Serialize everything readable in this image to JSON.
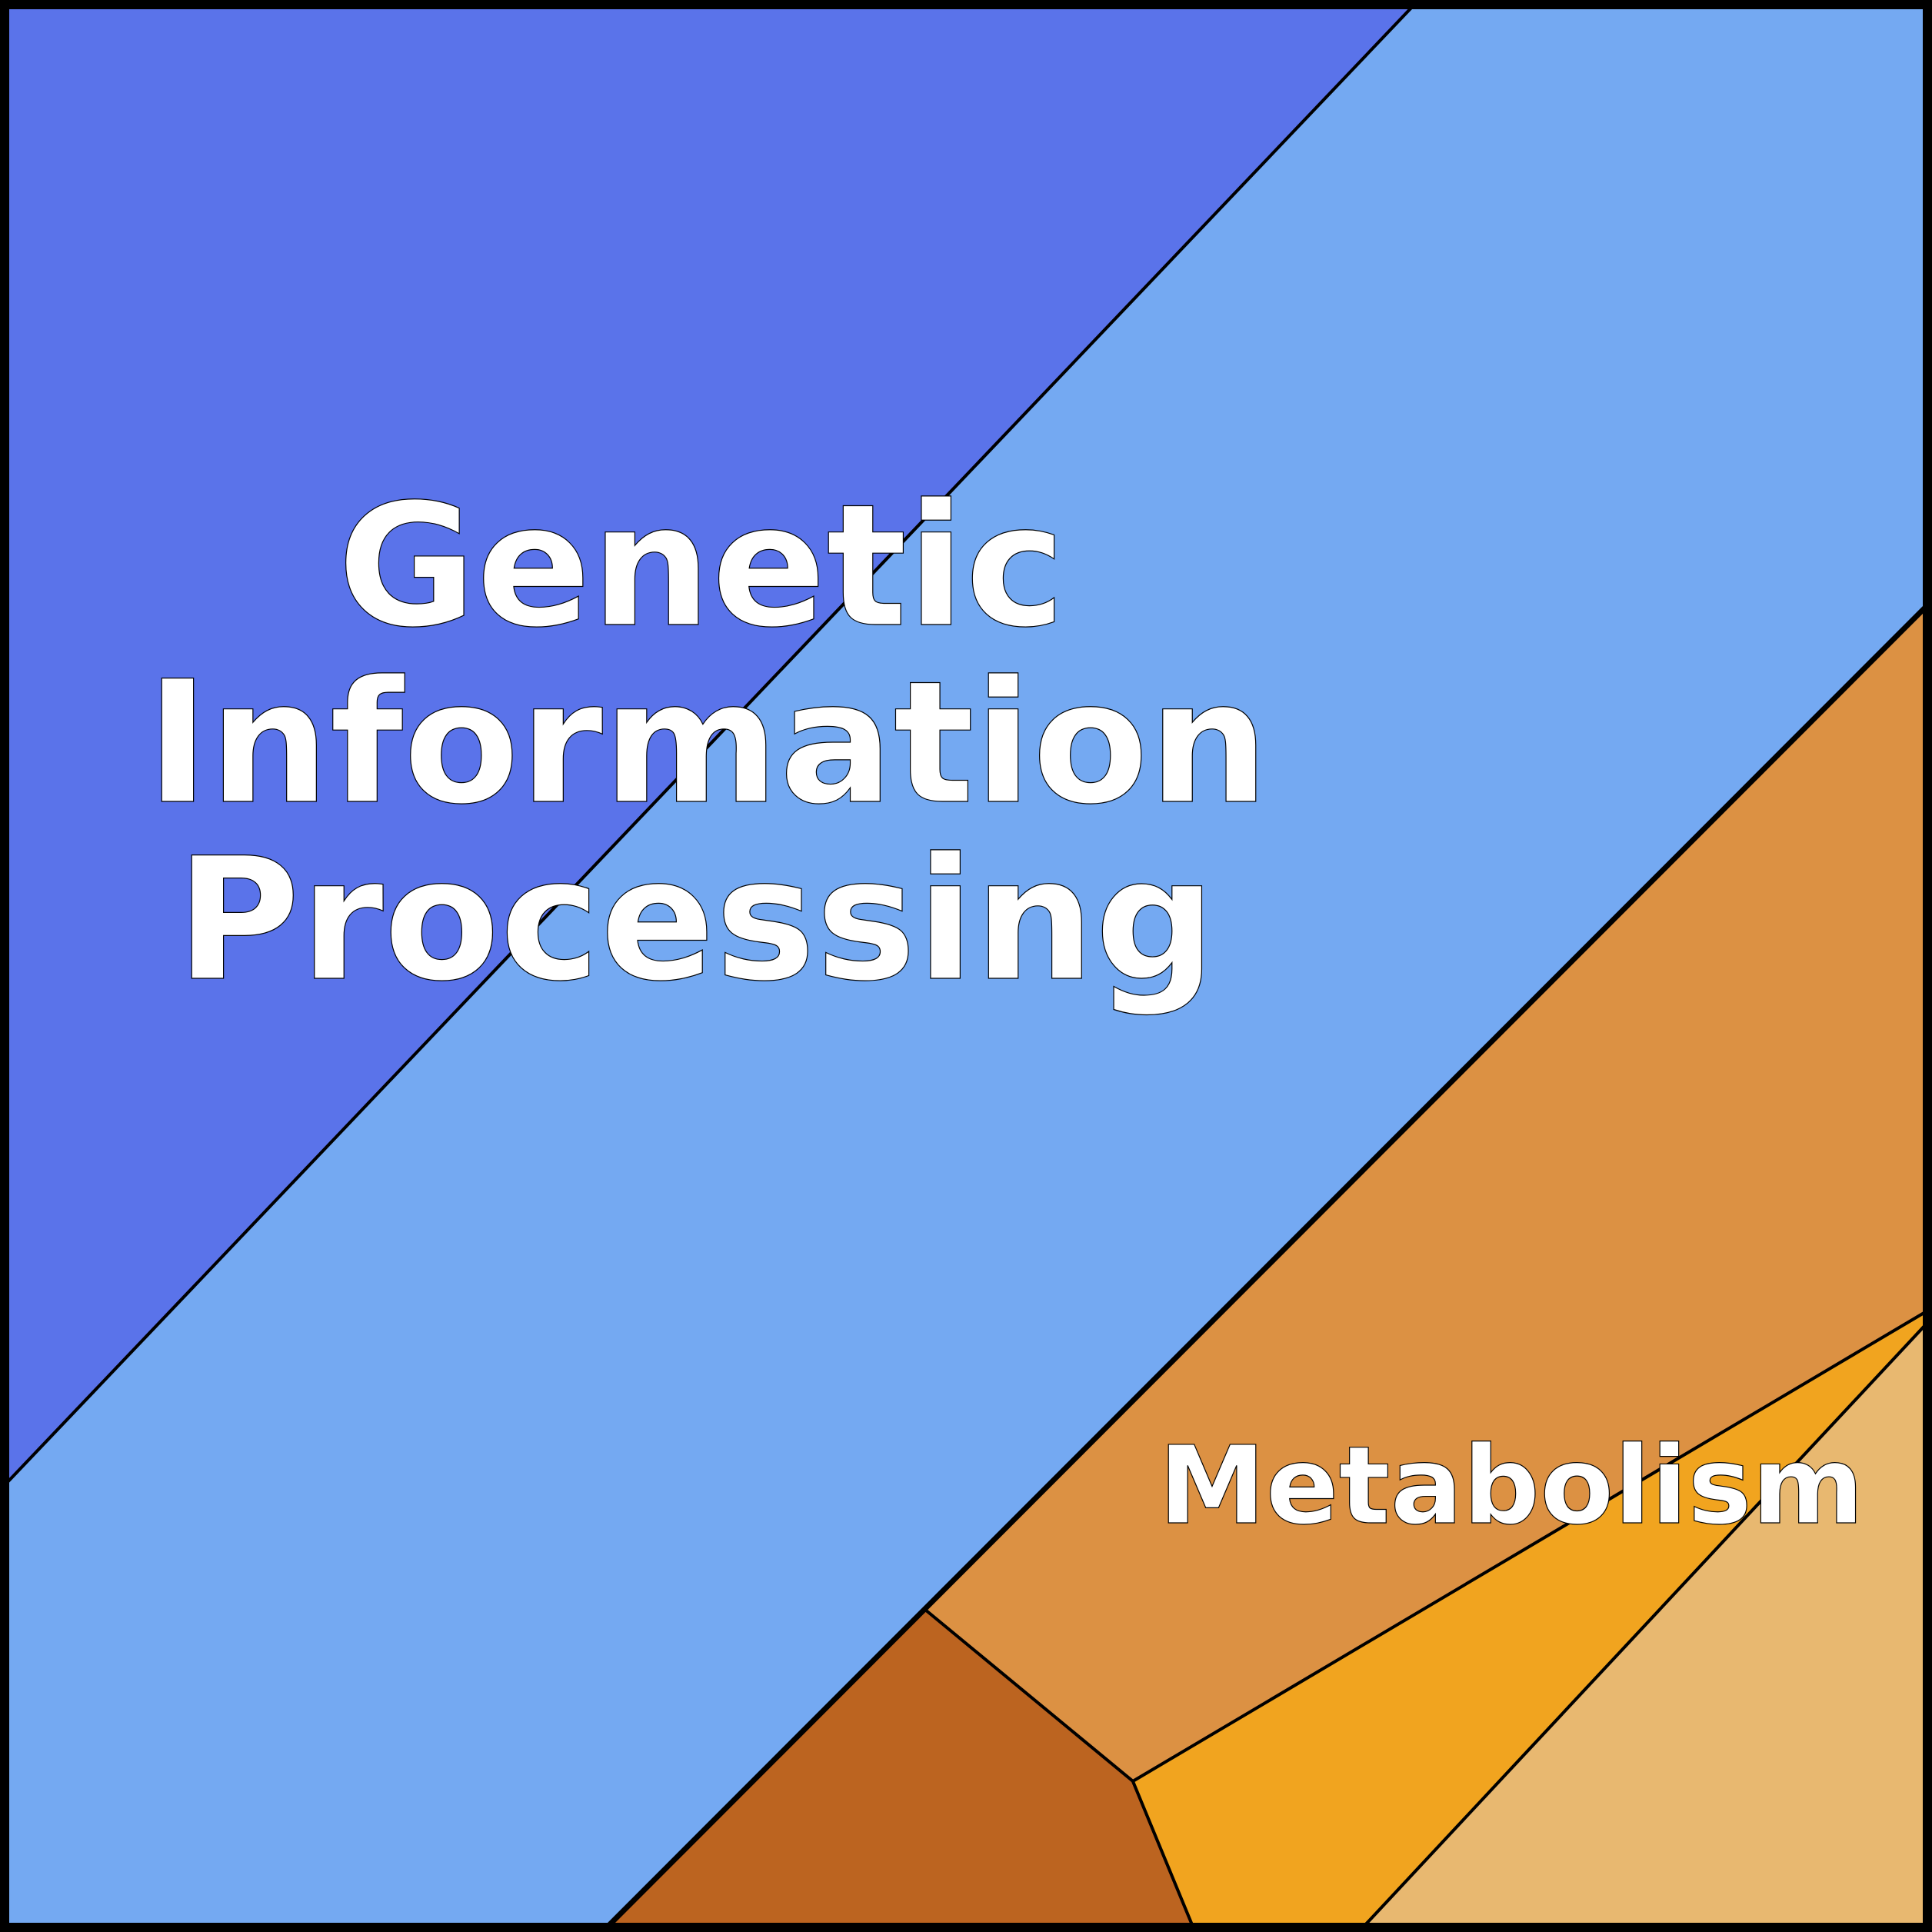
{
  "diagram": {
    "regions": [
      {
        "id": "genetic-dark",
        "group": "Genetic Information Processing",
        "color": "#5A73EA"
      },
      {
        "id": "genetic-light",
        "group": "Genetic Information Processing",
        "color": "#74A9F2"
      },
      {
        "id": "metabolism-orange",
        "group": "Metabolism",
        "color": "#DC9143"
      },
      {
        "id": "metabolism-brown",
        "group": "Metabolism",
        "color": "#BC6420"
      },
      {
        "id": "metabolism-amber",
        "group": "Metabolism",
        "color": "#F1A41F"
      },
      {
        "id": "metabolism-tan",
        "group": "Metabolism",
        "color": "#E8B870"
      }
    ],
    "labels": {
      "genetic_line1": "Genetic",
      "genetic_line2": "Information",
      "genetic_line3": "Processing",
      "metabolism": "Metabolism"
    }
  }
}
